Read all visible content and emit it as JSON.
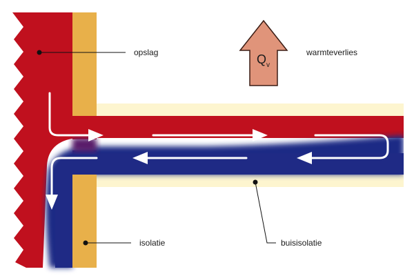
{
  "labels": {
    "storage": "opslag",
    "heat_loss": "warmteverlies",
    "insulation": "isolatie",
    "pipe_insulation": "buisisolatie"
  },
  "symbol": {
    "main": "Q",
    "sub": "v"
  },
  "colors": {
    "hot": "#c0101e",
    "cold": "#1f2a85",
    "insulation": "#e8b04a",
    "pipe_insulation": "#fdf5cf",
    "arrow_fill": "#e0947a",
    "arrow_stroke": "#3a1c14",
    "flow_arrow": "#ffffff",
    "leader": "#111111"
  }
}
